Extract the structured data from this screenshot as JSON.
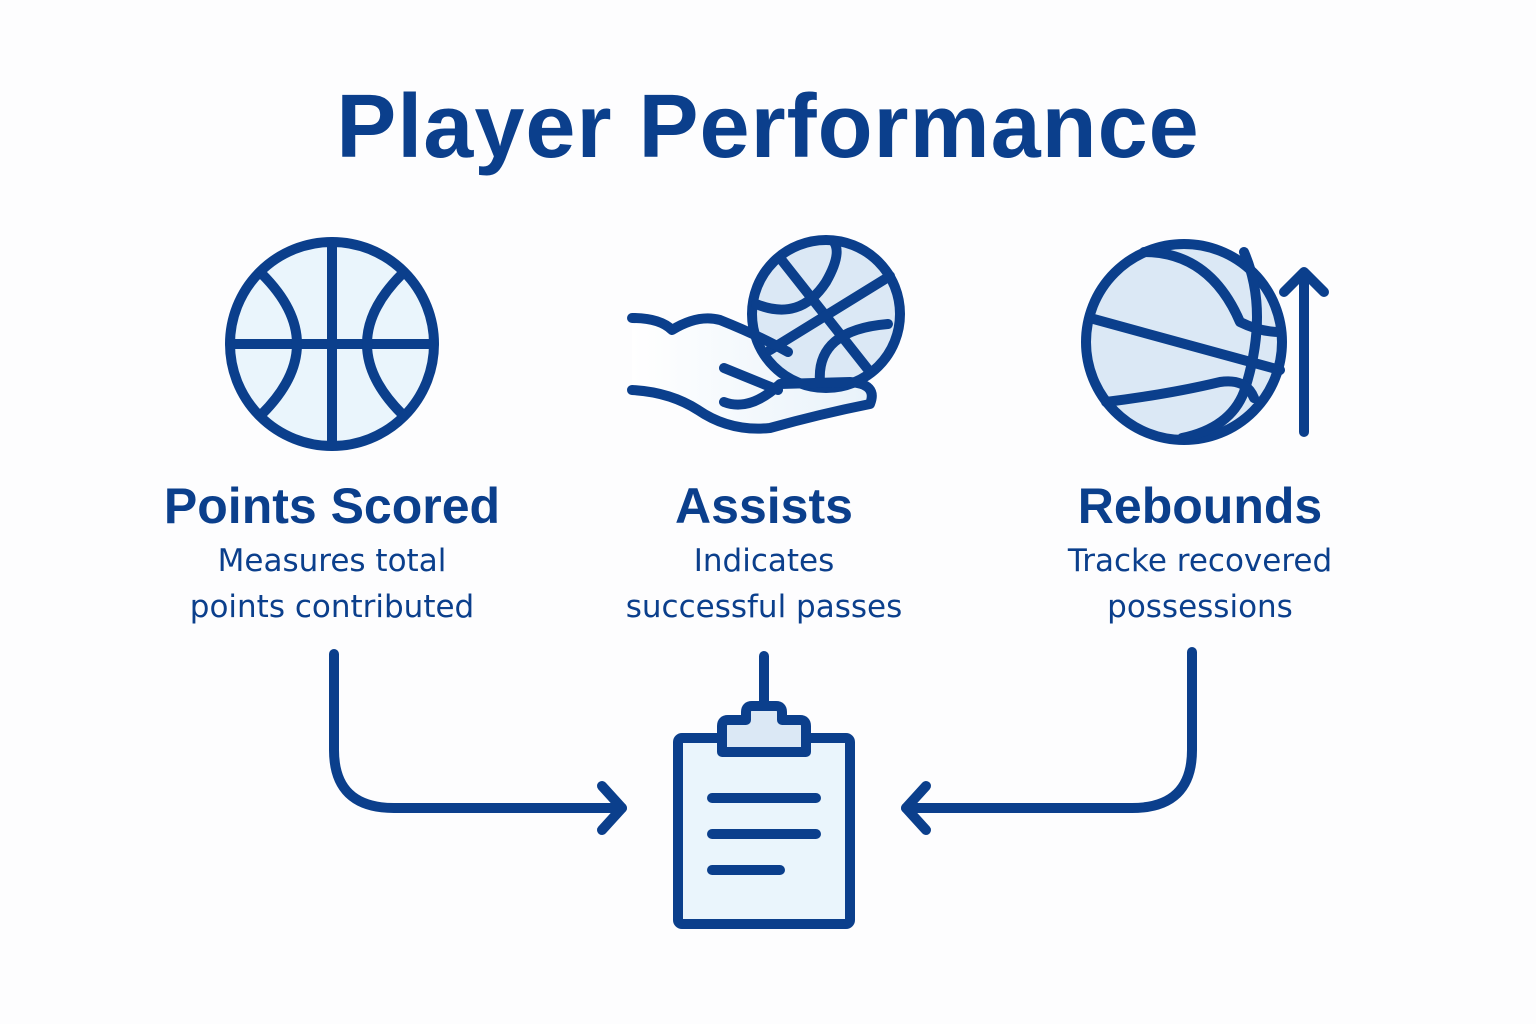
{
  "title": "Player Performance",
  "colors": {
    "primary": "#0b3f8c",
    "icon_fill_light": "#eaf5fc",
    "icon_fill_mid": "#dbe8f5",
    "background": "#fdfdfe"
  },
  "metrics": [
    {
      "icon": "basketball-icon",
      "name": "Points Scored",
      "description_line1": "Measures total",
      "description_line2": "points contributed"
    },
    {
      "icon": "hand-with-basketball-icon",
      "name": "Assists",
      "description_line1": "Indicates",
      "description_line2": "successful passes"
    },
    {
      "icon": "basketball-up-arrow-icon",
      "name": "Rebounds",
      "description_line1": "Tracke recovered",
      "description_line2": "possessions"
    }
  ],
  "target": {
    "icon": "clipboard-icon"
  }
}
